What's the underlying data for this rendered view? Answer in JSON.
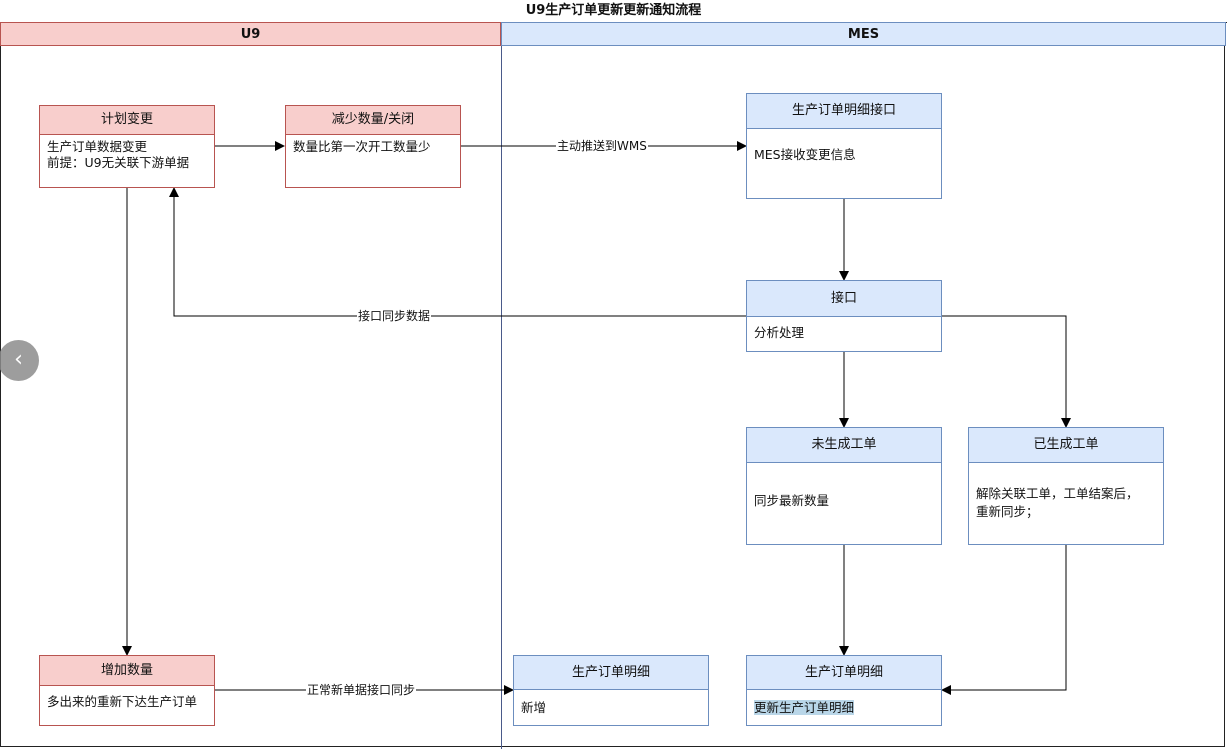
{
  "diagram": {
    "title": "U9生产订单更新更新通知流程",
    "lanes": {
      "u9": "U9",
      "mes": "MES"
    },
    "nodes": {
      "plan_change": {
        "header": "计划变更",
        "body": "生产订单数据变更\n前提：U9无关联下游单据"
      },
      "reduce_close": {
        "header": "减少数量/关闭",
        "body": "数量比第一次开工数量少"
      },
      "increase_qty": {
        "header": "增加数量",
        "body": "多出来的重新下达生产订单"
      },
      "mes_detail_api": {
        "header": "生产订单明细接口",
        "body": "MES接收变更信息"
      },
      "api": {
        "header": "接口",
        "body": "分析处理"
      },
      "not_generated": {
        "header": "未生成工单",
        "body": "同步最新数量"
      },
      "generated": {
        "header": "已生成工单",
        "body": "解除关联工单，工单结案后，\n重新同步；"
      },
      "detail_new": {
        "header": "生产订单明细",
        "body": "新增"
      },
      "detail_update": {
        "header": "生产订单明细",
        "body": "更新生产订单明细"
      }
    },
    "edge_labels": {
      "push_wms": "主动推送到WMS",
      "sync_back": "接口同步数据",
      "normal_sync": "正常新单据接口同步"
    }
  },
  "ui": {
    "prev_icon": "chevron-left-icon",
    "prev_glyph": "‹"
  }
}
